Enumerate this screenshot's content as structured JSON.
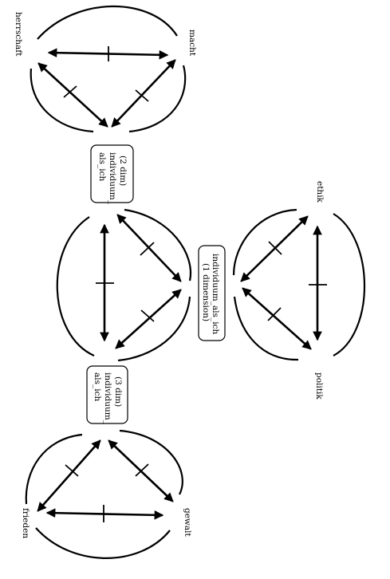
{
  "triads": [
    {
      "id": "top",
      "labels": [
        "herrschaft",
        "macht"
      ]
    },
    {
      "id": "middle",
      "labels": []
    },
    {
      "id": "right",
      "labels": [
        "ethik",
        "politik"
      ]
    },
    {
      "id": "bottom",
      "labels": [
        "frieden",
        "gewalt"
      ]
    }
  ],
  "boxes": {
    "upper": [
      "(2 dim)",
      "individuum_",
      "als_ich"
    ],
    "center": [
      "individuum_als_ich",
      "(1 dimension)"
    ],
    "lower": [
      "(3 dim)",
      "individuum_",
      "als_ich"
    ]
  },
  "colors": {
    "ink": "#000000",
    "paper": "#ffffff"
  }
}
